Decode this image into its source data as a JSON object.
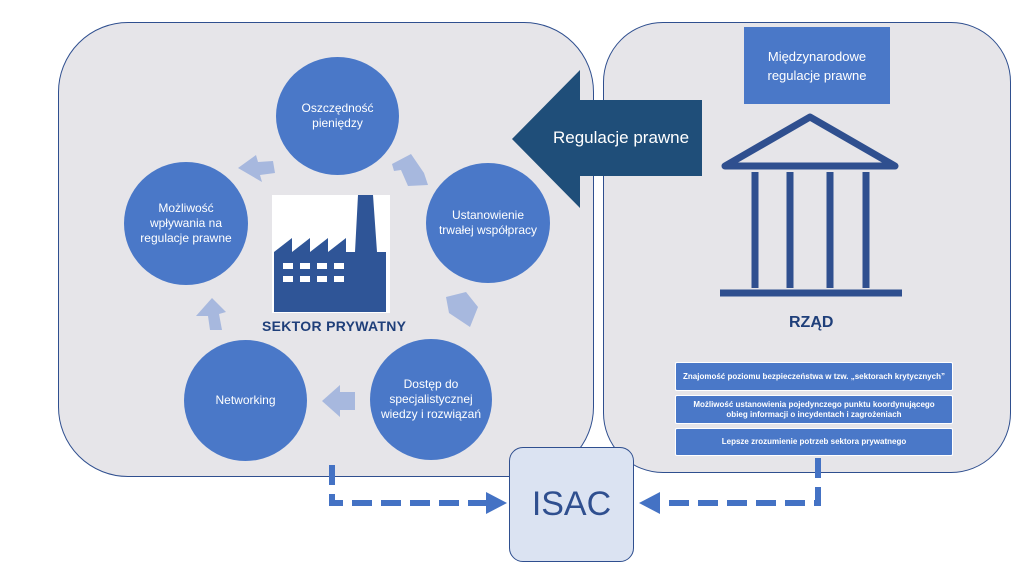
{
  "left_panel": {
    "cycle": [
      "Oszczędność pieniędzy",
      "Ustanowienie trwałej współpracy",
      "Dostęp do specjalistycznej wiedzy i rozwiązań",
      "Networking",
      "Możliwość wpływania na regulacje prawne"
    ],
    "sector_label": "SEKTOR PRYWATNY"
  },
  "arrow_label": "Regulacje prawne",
  "right_panel": {
    "international_box": "Międzynarodowe regulacje prawne",
    "government_label": "RZĄD",
    "benefits": [
      "Znajomość poziomu bezpieczeństwa w tzw. „sektorach krytycznych”",
      "Możliwość ustanowienia pojedynczego punktu koordynującego obieg informacji o incydentach i zagrożeniach",
      "Lepsze zrozumienie potrzeb sektora prywatnego"
    ]
  },
  "isac_label": "ISAC",
  "colors": {
    "circle_blue": "#4a78c8",
    "dark_navy": "#1f4e79",
    "panel_gray": "#e6e5e9",
    "cycle_arrow": "#a7b8de",
    "isac_fill": "#dbe3f2"
  },
  "icons": [
    "factory-icon",
    "government-building-icon"
  ]
}
